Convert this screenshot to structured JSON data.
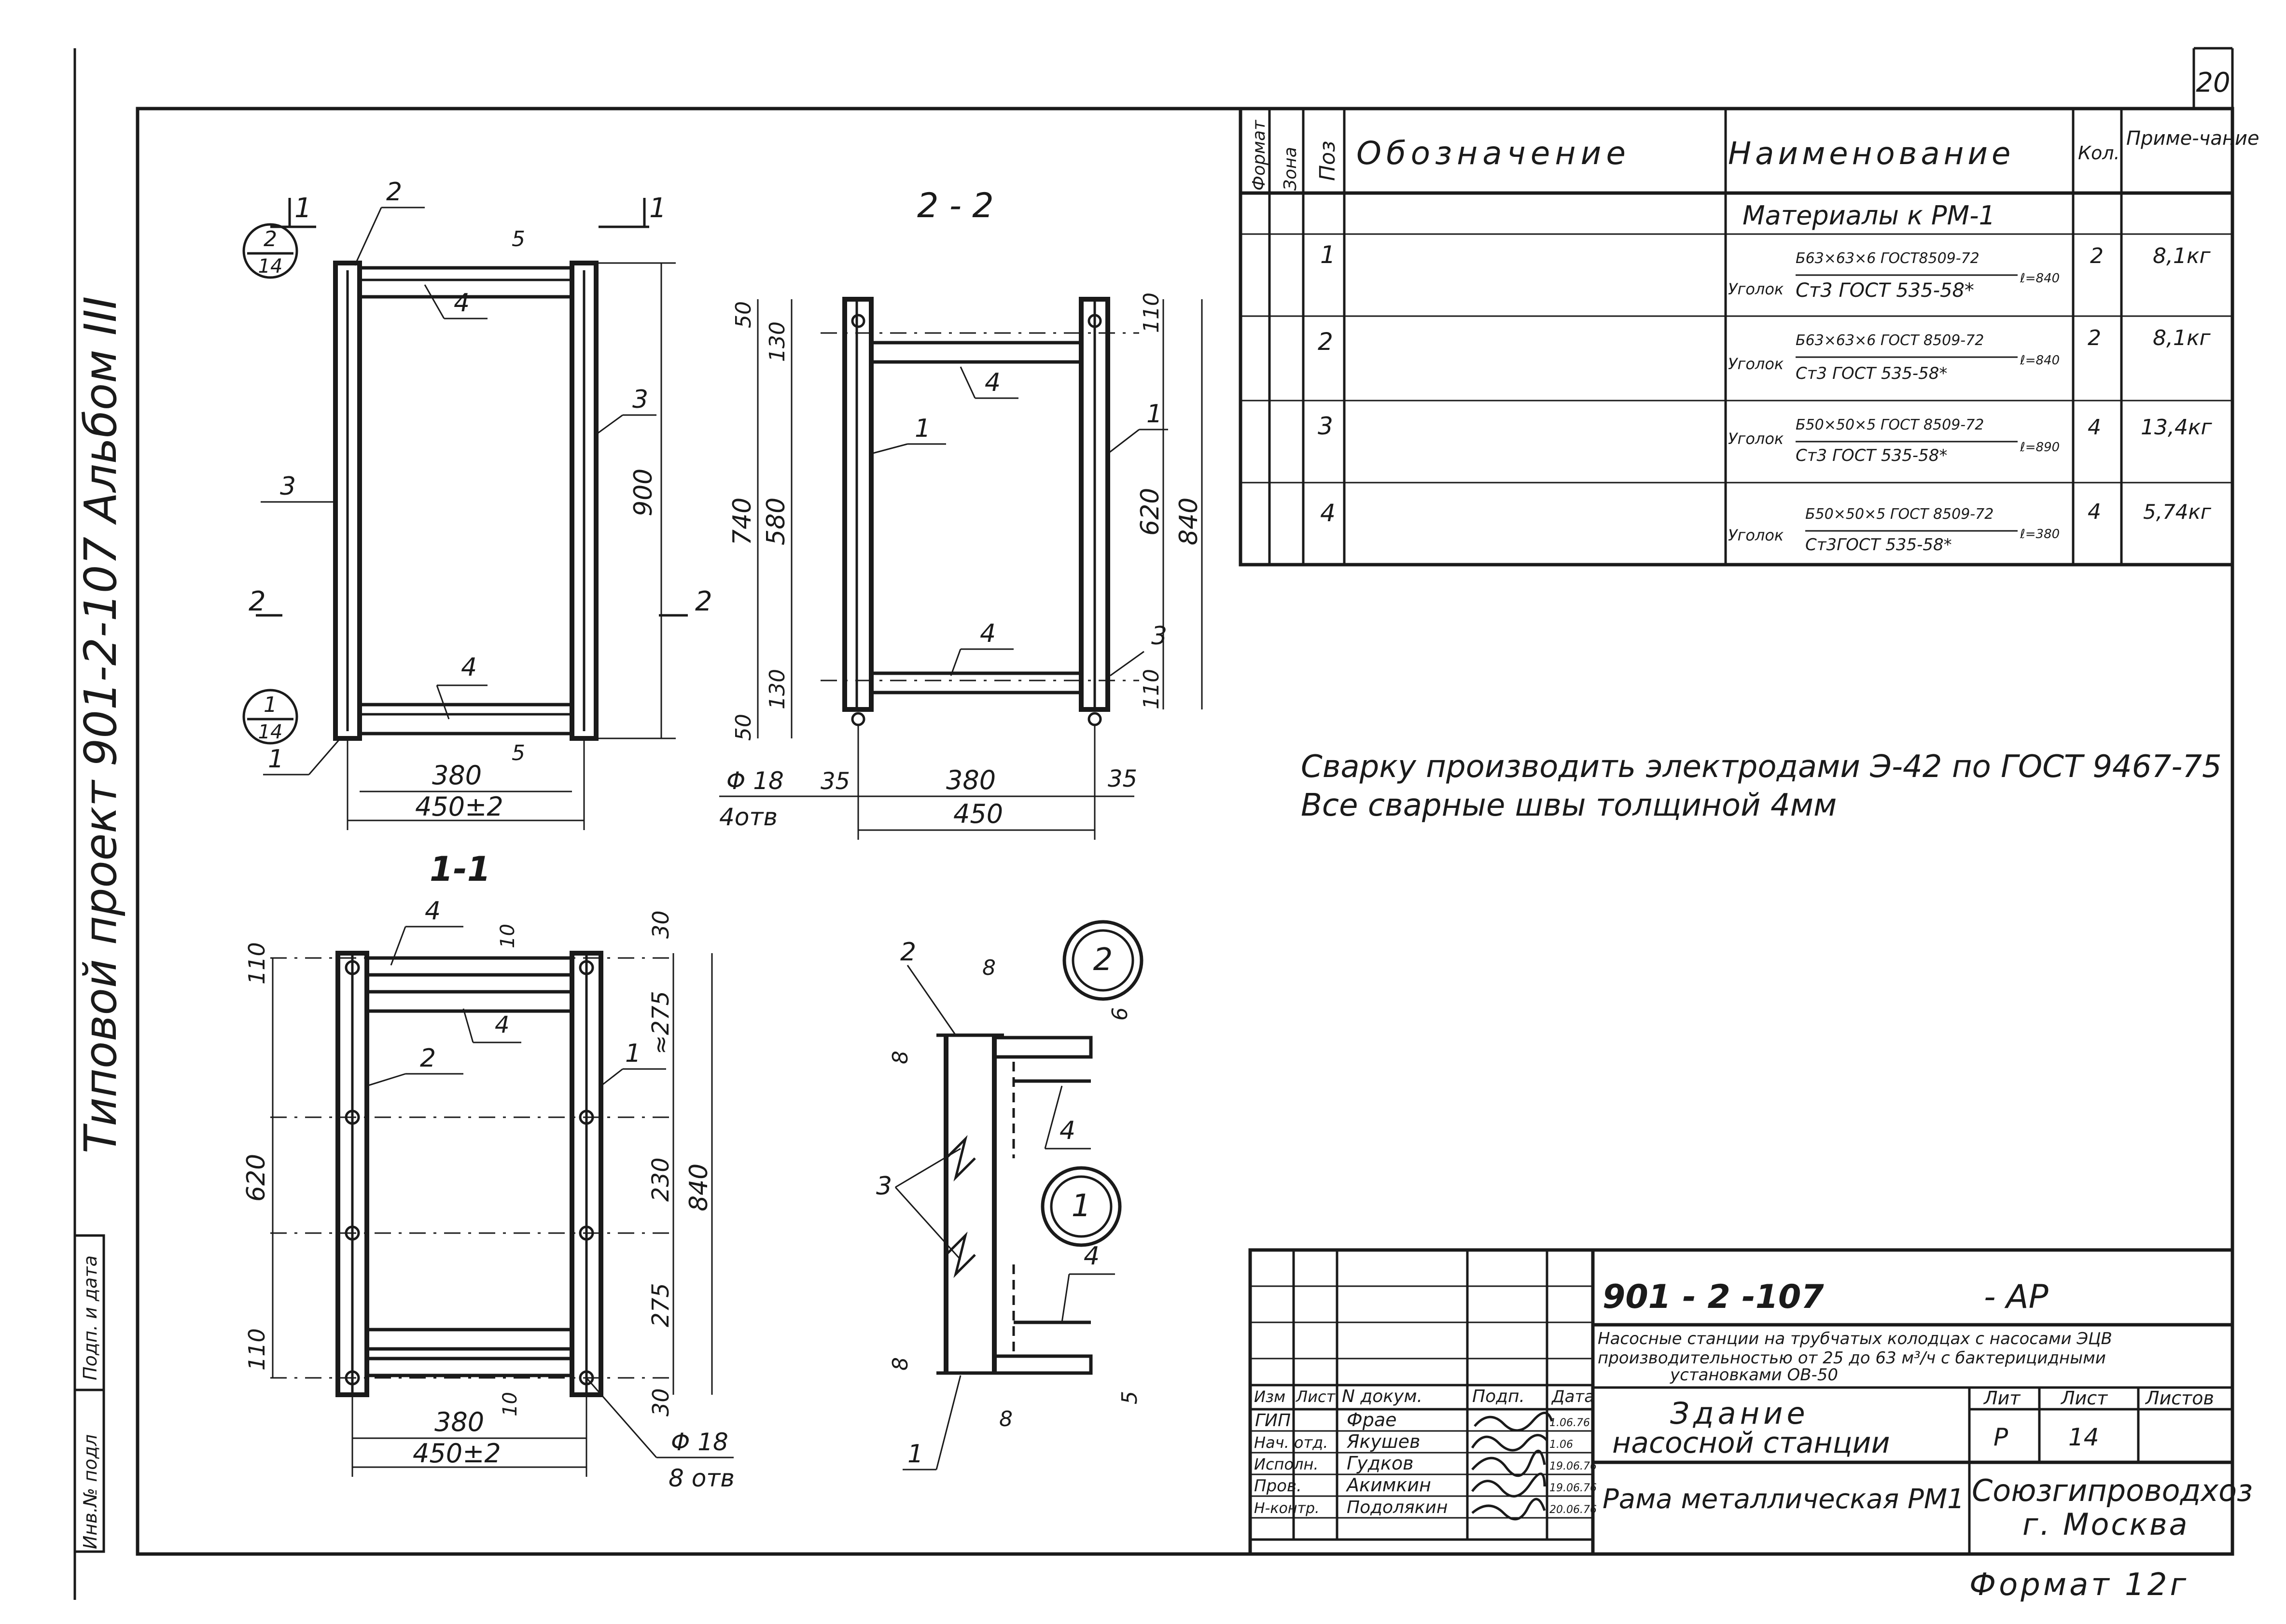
{
  "sheet_number": "20",
  "side_title": "Типовой проект 901-2-107 Альбом III",
  "left_strip": {
    "signature_date": "Подп. и дата",
    "inventory_no": "Инв.№ подл"
  },
  "front_view": {
    "section_1_marks": [
      "1",
      "1"
    ],
    "section_2_marks": [
      "2",
      "2"
    ],
    "callout_top": {
      "num": "2",
      "sheet": "14"
    },
    "callout_bottom": {
      "num": "1",
      "sheet": "14"
    },
    "pos_labels": [
      "2",
      "4",
      "3",
      "3",
      "4",
      "1"
    ],
    "dims": {
      "height": "900",
      "inner": "380",
      "outer": "450±2",
      "gap_top": "5",
      "gap_bottom": "5"
    }
  },
  "view_2_2": {
    "title": "2 - 2",
    "pos_labels": [
      "4",
      "1",
      "1",
      "4",
      "3"
    ],
    "dims": {
      "left_top": "50",
      "left_130a": "130",
      "left_740": "740",
      "left_580": "580",
      "left_130b": "130",
      "left_bottom": "50",
      "right_110a": "110",
      "right_620": "620",
      "right_840": "840",
      "right_110b": "110",
      "bottom_35a": "35",
      "bottom_380": "380",
      "bottom_35b": "35",
      "bottom_450": "450",
      "holes": "Φ 18",
      "holes_count": "4отв"
    }
  },
  "view_1_1": {
    "title": "1-1",
    "pos_labels": [
      "4",
      "4",
      "2",
      "1"
    ],
    "dims": {
      "d10_top": "10",
      "d30_top": "30",
      "d275_top": "≈275",
      "d230": "230",
      "d840": "840",
      "d275_bottom": "275",
      "d30_bottom": "30",
      "d10_bottom": "10",
      "d110_top": "110",
      "d620": "620",
      "d110_bottom": "110",
      "d380": "380",
      "d450": "450±2",
      "holes": "Φ 18",
      "holes_count": "8 отв"
    }
  },
  "detail_view": {
    "node_top": "2",
    "node_bottom": "1",
    "labels": [
      "2",
      "3",
      "4",
      "4",
      "1"
    ],
    "dims": {
      "d8a": "8",
      "d8b": "8",
      "d6": "6",
      "d8c": "8",
      "d8d": "8",
      "d5": "5"
    }
  },
  "spec_table": {
    "headers": [
      "Формат",
      "Зона",
      "Поз",
      "Обозначение",
      "Наименование",
      "Кол.",
      "Приме-чание"
    ],
    "section_title": "Материалы к РМ-1",
    "rows": [
      {
        "pos": "1",
        "name_prefix": "Уголок",
        "profile": "Б63×63×6 ГОСТ8509-72",
        "steel": "Ст3 ГОСТ 535-58*",
        "length": "ℓ=840",
        "qty": "2",
        "note": "8,1кг"
      },
      {
        "pos": "2",
        "name_prefix": "Уголок",
        "profile": "Б63×63×6 ГОСТ 8509-72",
        "steel": "Ст3 ГОСТ 535-58*",
        "length": "ℓ=840",
        "qty": "2",
        "note": "8,1кг"
      },
      {
        "pos": "3",
        "name_prefix": "Уголок",
        "profile": "Б50×50×5 ГОСТ 8509-72",
        "steel": "Ст3 ГОСТ 535-58*",
        "length": "ℓ=890",
        "qty": "4",
        "note": "13,4кг"
      },
      {
        "pos": "4",
        "name_prefix": "Уголок",
        "profile": "Б50×50×5 ГОСТ 8509-72",
        "steel": "Ст3ГОСТ 535-58*",
        "length": "ℓ=380",
        "qty": "4",
        "note": "5,74кг"
      }
    ]
  },
  "notes": [
    "Сварку производить электродами Э-42 по ГОСТ 9467-75",
    "Все сварные швы толщиной 4мм"
  ],
  "title_block": {
    "doc_code": "901 - 2 -107",
    "doc_suffix": "- АР",
    "project_desc": [
      "Насосные станции на трубчатых колодцах с насосами ЭЦВ",
      "производительностью от 25 до 63 м³/ч с бактерицидными",
      "установками ОВ-50"
    ],
    "building": [
      "Здание",
      "насосной станции"
    ],
    "drawing_name": "Рама металлическая РМ1",
    "col_headers": [
      "Изм",
      "Лист",
      "N докум.",
      "Подп.",
      "Дата"
    ],
    "roles": [
      {
        "role": "ГИП",
        "name": "Фрае",
        "date": "1.06.76"
      },
      {
        "role": "Нач. отд.",
        "name": "Якушев",
        "date": "1.06"
      },
      {
        "role": "Исполн.",
        "name": "Гудков",
        "date": "19.06.76"
      },
      {
        "role": "Пров.",
        "name": "Акимкин",
        "date": "19.06.76"
      },
      {
        "role": "Н-контр.",
        "name": "Подолякин",
        "date": "20.06.76"
      }
    ],
    "stage_header": "Лит",
    "sheet_header": "Лист",
    "sheets_header": "Листов",
    "stage": "Р",
    "sheet": "14",
    "org": "Союзгипроводхоз",
    "city": "г. Москва"
  },
  "format_label": "Формат 12г"
}
